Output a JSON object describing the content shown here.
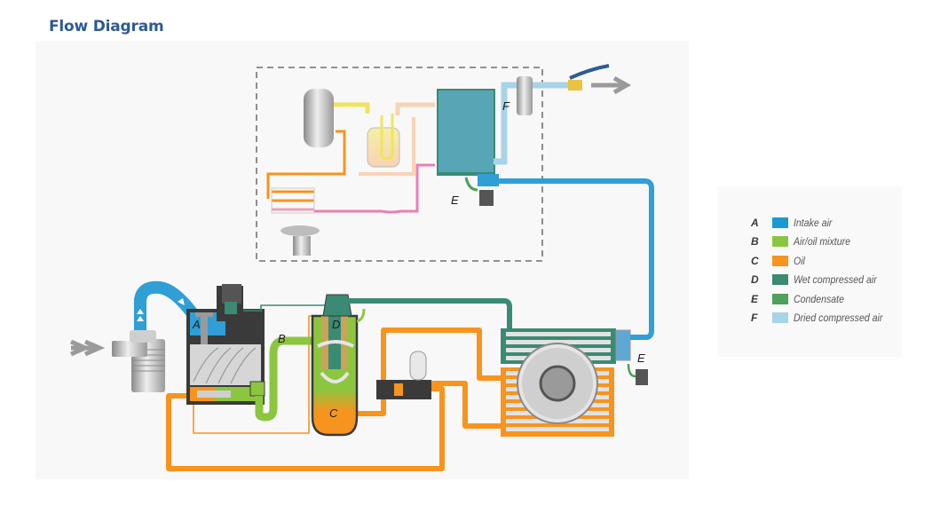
{
  "page": {
    "title": "Flow Diagram"
  },
  "diagram": {
    "labels": {
      "A": "A",
      "B": "B",
      "C": "C",
      "D": "D",
      "E": "E",
      "F": "F"
    },
    "components": [
      "intake-filter",
      "inlet-valve",
      "screw-element",
      "oil-separator",
      "oil-filter",
      "thermostatic-valve",
      "cooler-fan",
      "aftercooler",
      "oil-cooler",
      "refrigerant-dryer",
      "heat-exchanger",
      "refrigerant-compressor",
      "condenser",
      "line-filter",
      "outlet-valve",
      "condensate-drain"
    ]
  },
  "legend": {
    "items": [
      {
        "letter": "A",
        "label": "Intake air",
        "color": "#1b9ad0"
      },
      {
        "letter": "B",
        "label": "Air/oil mixture",
        "color": "#8cc63f"
      },
      {
        "letter": "C",
        "label": "Oil",
        "color": "#f7941e"
      },
      {
        "letter": "D",
        "label": "Wet compressed air",
        "color": "#3a8a74"
      },
      {
        "letter": "E",
        "label": "Condensate",
        "color": "#4ea05a"
      },
      {
        "letter": "F",
        "label": "Dried compressed air",
        "color": "#a9d3e6"
      }
    ]
  },
  "colors": {
    "intake": "#2f9fd6",
    "mixture": "#8cc63f",
    "oil": "#f7941e",
    "wet": "#3a8a74",
    "condensate": "#4ea05a",
    "dried": "#a9d3e6",
    "title": "#2f5a94"
  }
}
